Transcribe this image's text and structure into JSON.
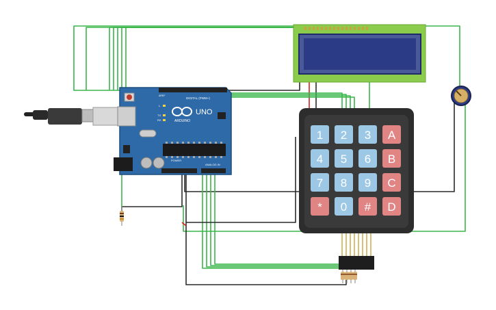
{
  "arduino": {
    "brand": "ARDUINO",
    "model": "UNO",
    "digital_header_label": "DIGITAL (PWM~)",
    "power_label": "POWER",
    "analog_label": "ANALOG IN",
    "led_l": "L",
    "led_tx": "TX",
    "led_rx": "RX",
    "aref_label": "AREF"
  },
  "keypad": {
    "keys": [
      "1",
      "2",
      "3",
      "A",
      "4",
      "5",
      "6",
      "B",
      "7",
      "8",
      "9",
      "C",
      "*",
      "0",
      "#",
      "D"
    ]
  },
  "components": {
    "lcd": "lcd-16x2-icon",
    "potentiometer": "potentiometer-icon",
    "usb_cable": "usb-cable-icon",
    "resistor": "resistor-icon",
    "header": "pin-header-icon"
  },
  "colors": {
    "wire_green": "#39b54a",
    "wire_black": "#2a2a2a",
    "wire_red": "#d61f1f",
    "arduino_blue": "#2e6aa7",
    "lcd_green": "#8ccc4c",
    "lcd_screen": "#2c3b86",
    "keypad_body": "#2d2d2d",
    "key_blue": "#9cc8e6",
    "key_red": "#e08484"
  }
}
